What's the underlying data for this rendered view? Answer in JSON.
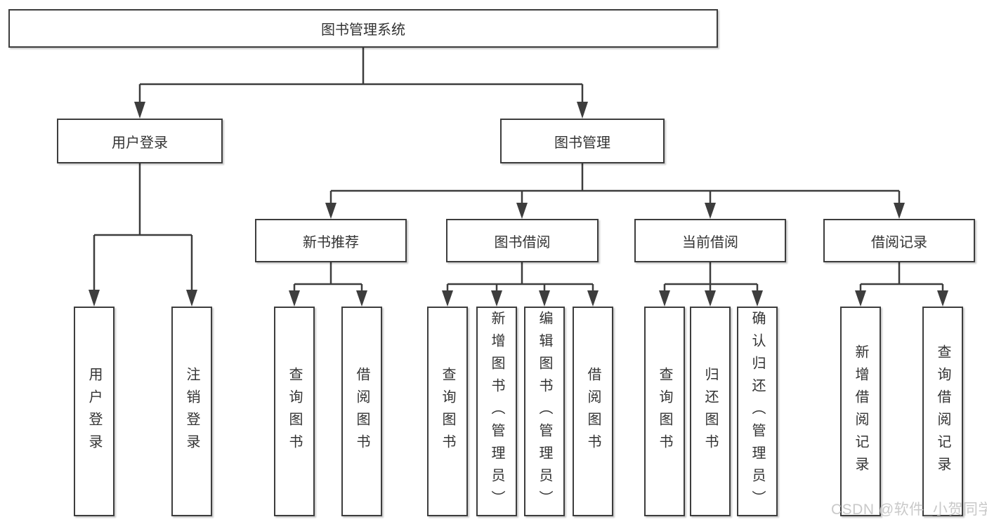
{
  "tree": {
    "root": {
      "label": "图书管理系统",
      "children": [
        {
          "label": "用户登录",
          "children": [
            {
              "label": "用户登录"
            },
            {
              "label": "注销登录"
            }
          ]
        },
        {
          "label": "图书管理",
          "children": [
            {
              "label": "新书推荐",
              "children": [
                {
                  "label": "查询图书"
                },
                {
                  "label": "借阅图书"
                }
              ]
            },
            {
              "label": "图书借阅",
              "children": [
                {
                  "label": "查询图书"
                },
                {
                  "label": "新增图书（管理员）"
                },
                {
                  "label": "编辑图书（管理员）"
                },
                {
                  "label": "借阅图书"
                }
              ]
            },
            {
              "label": "当前借阅",
              "children": [
                {
                  "label": "查询图书"
                },
                {
                  "label": "归还图书"
                },
                {
                  "label": "确认归还（管理员）"
                }
              ]
            },
            {
              "label": "借阅记录",
              "children": [
                {
                  "label": "新增借阅记录"
                },
                {
                  "label": "查询借阅记录"
                }
              ]
            }
          ]
        }
      ]
    }
  },
  "watermark": {
    "text": "CSDN @软件_小贺同学",
    "color": "#c9c9c9"
  },
  "colors": {
    "line": "#3d3d3d",
    "border": "#3d3d3d",
    "text": "#333333",
    "box_background": "#ffffff",
    "page_background": "#ffffff",
    "watermark": "#c9c9c9"
  }
}
